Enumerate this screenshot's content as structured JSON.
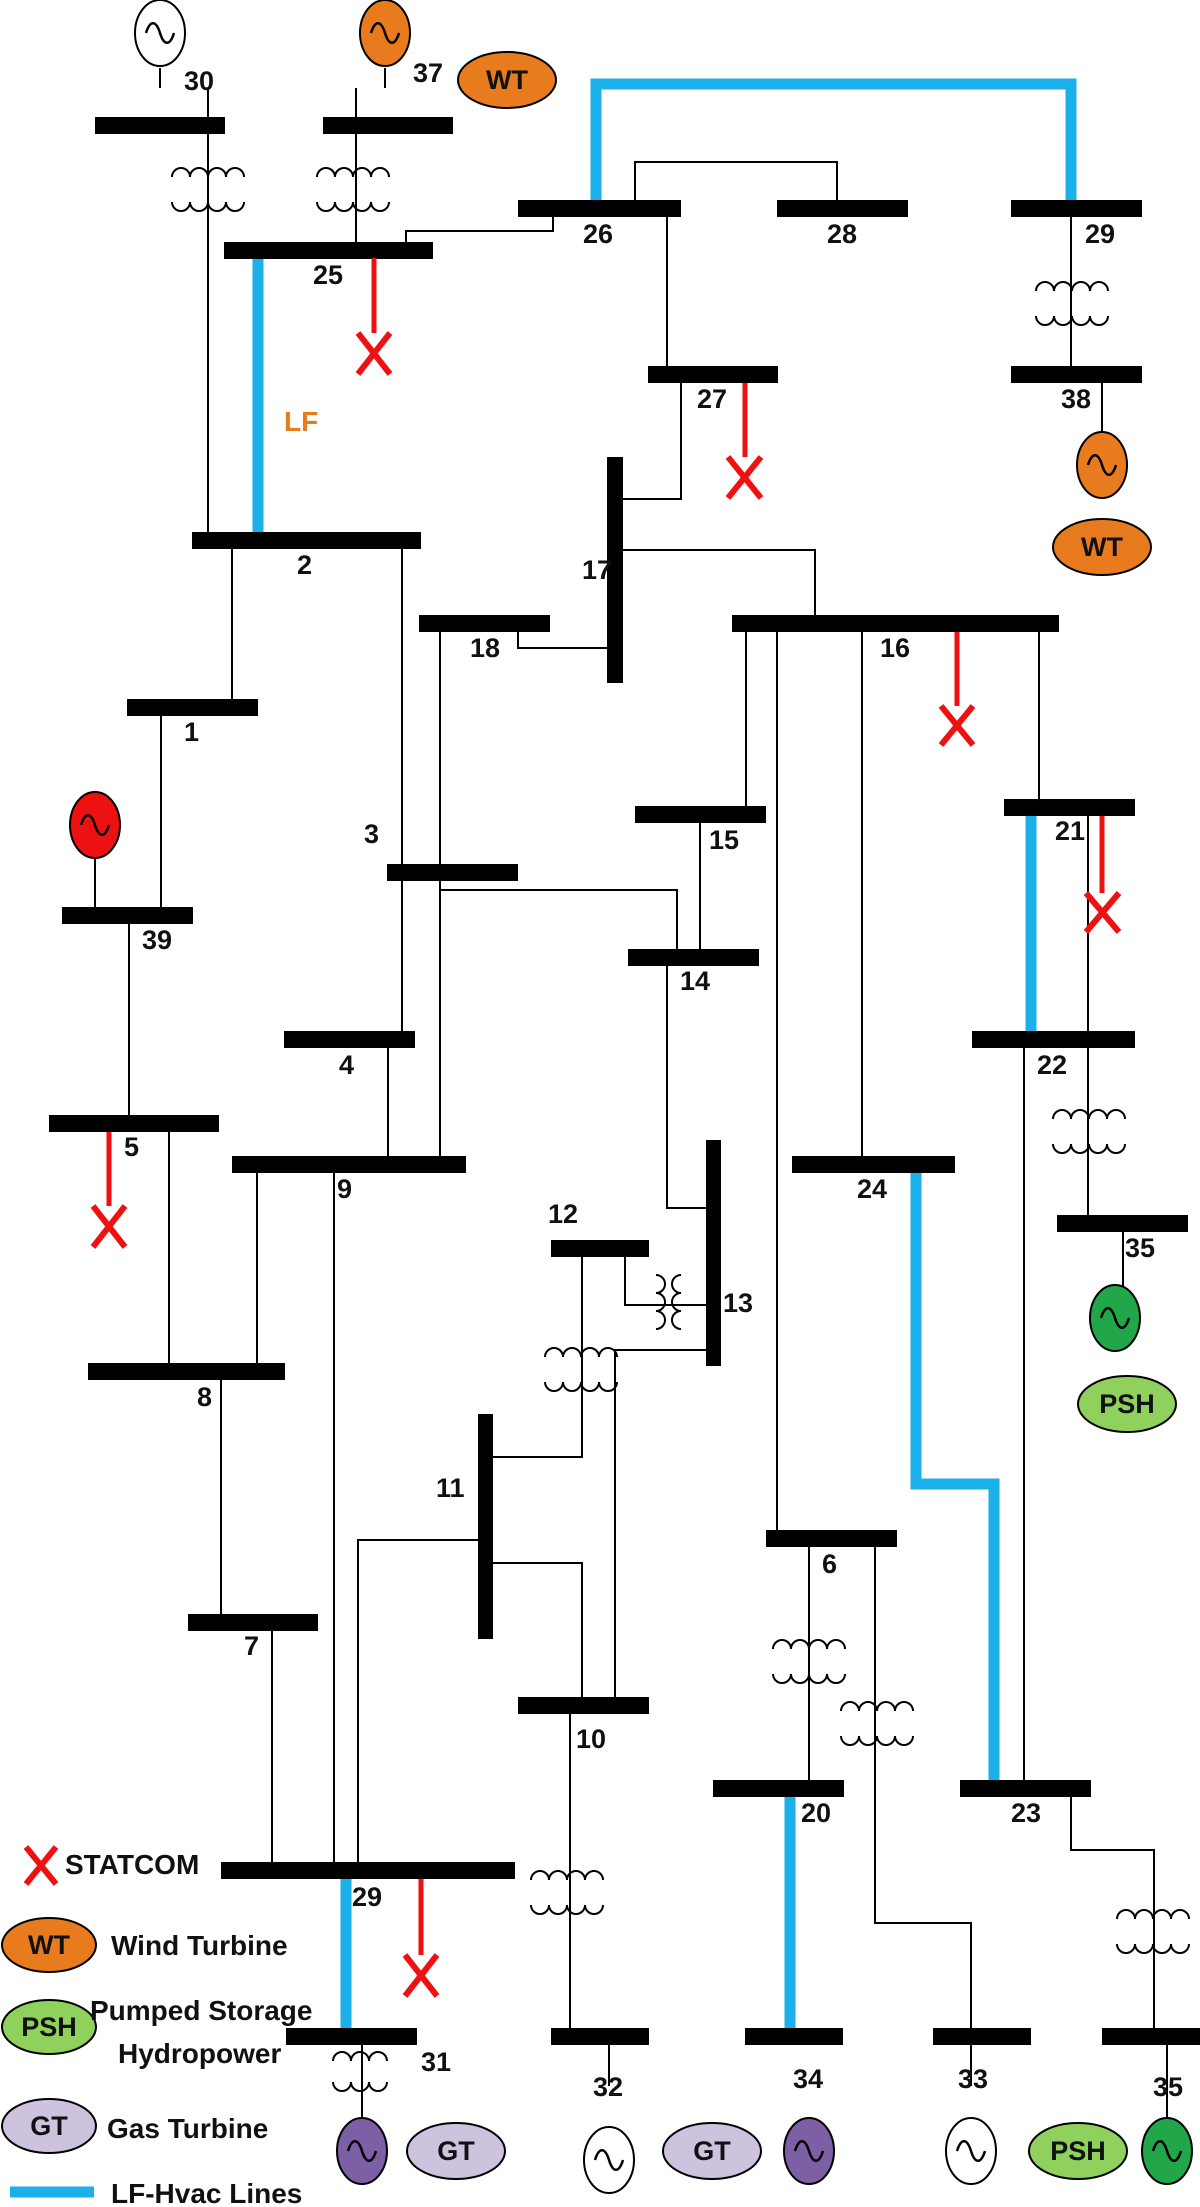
{
  "colors": {
    "bus": "#000000",
    "lf_hvac_line": "#1cb0ea",
    "statcom": "#ee1111",
    "wind_turbine": "#e87b1e",
    "pumped_storage_hydropower": "#22a64a",
    "pumped_storage_badge": "#8fd15c",
    "gas_turbine": "#7c5fa5",
    "gas_turbine_badge": "#cdc3df",
    "generator_plain": "#ffffff",
    "generator_red": "#ee1111",
    "lf_label": "#e87b1e"
  },
  "bus_labels": [
    "30",
    "37",
    "26",
    "28",
    "29",
    "25",
    "27",
    "38",
    "2",
    "17",
    "18",
    "16",
    "1",
    "3",
    "15",
    "21",
    "39",
    "14",
    "4",
    "22",
    "5",
    "9",
    "24",
    "35",
    "12",
    "13",
    "8",
    "11",
    "7",
    "6",
    "10",
    "20",
    "23",
    "29",
    "31",
    "32",
    "34",
    "33",
    "35"
  ],
  "badges": [
    "WT",
    "WT",
    "PSH",
    "GT",
    "GT",
    "PSH"
  ],
  "lf_line_label": "LF",
  "legend": {
    "statcom": "STATCOM",
    "wt_badge": "WT",
    "wt": "Wind Turbine",
    "psh_badge": "PSH",
    "psh_line1": "Pumped Storage",
    "psh_line2": "Hydropower",
    "gt_badge": "GT",
    "gt": "Gas Turbine",
    "lf": "LF-Hvac Lines"
  }
}
